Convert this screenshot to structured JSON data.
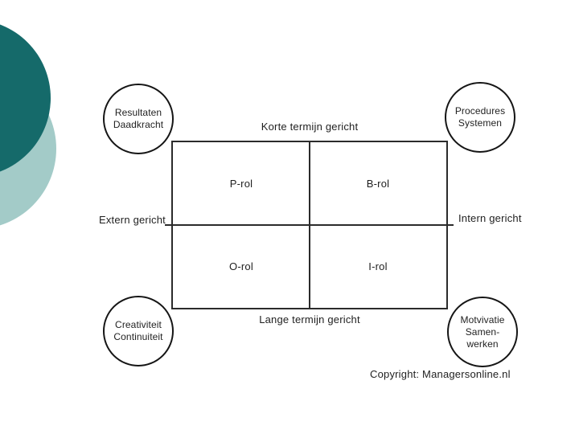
{
  "slide": {
    "decorations": {
      "dark_circle_color": "#156a6a",
      "light_circle_color": "#a3cbc8"
    },
    "matrix": {
      "axis_top": "Korte termijn gericht",
      "axis_bottom": "Lange termijn gericht",
      "axis_left": "Extern gericht",
      "axis_right": "Intern gericht",
      "quadrants": [
        {
          "position": "top-left",
          "label": "P-rol"
        },
        {
          "position": "top-right",
          "label": "B-rol"
        },
        {
          "position": "bottom-left",
          "label": "O-rol"
        },
        {
          "position": "bottom-right",
          "label": "I-rol"
        }
      ]
    },
    "corner_circles": [
      {
        "position": "top-left",
        "lines": [
          "Resultaten",
          "Daadkracht"
        ]
      },
      {
        "position": "top-right",
        "lines": [
          "Procedures",
          "Systemen"
        ]
      },
      {
        "position": "bottom-left",
        "lines": [
          "Creativiteit",
          "Continuiteit"
        ]
      },
      {
        "position": "bottom-right",
        "lines": [
          "Motvivatie",
          "Samen-",
          "werken"
        ]
      }
    ],
    "copyright": "Copyright: Managersonline.nl"
  }
}
